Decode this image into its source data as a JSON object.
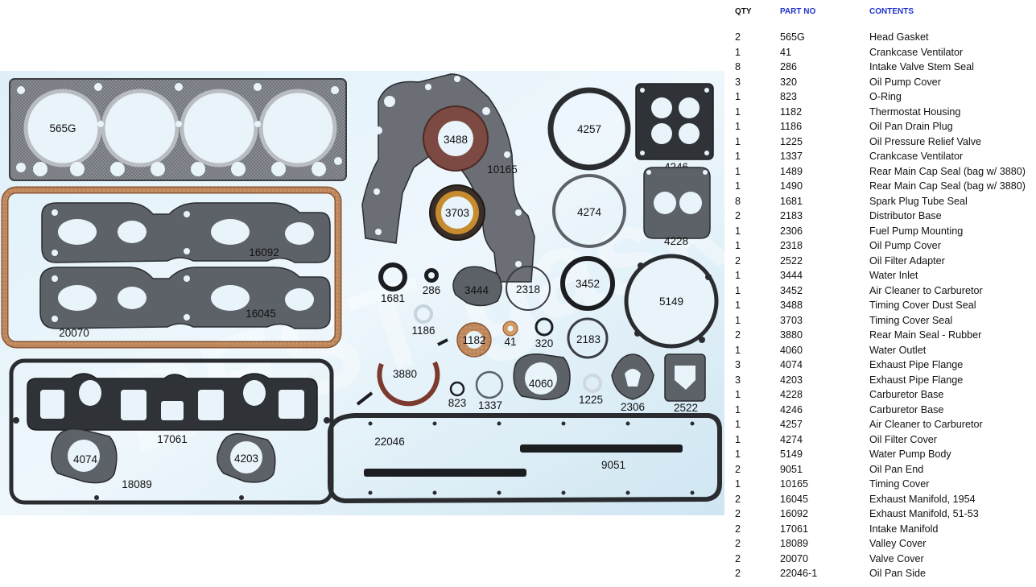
{
  "headers": {
    "qty": "QTY",
    "part_no": "PART NO",
    "contents": "CONTENTS"
  },
  "parts": [
    {
      "qty": "2",
      "part_no": "565G",
      "contents": "Head Gasket"
    },
    {
      "qty": "1",
      "part_no": "41",
      "contents": "Crankcase Ventilator"
    },
    {
      "qty": "8",
      "part_no": "286",
      "contents": "Intake Valve Stem Seal"
    },
    {
      "qty": "3",
      "part_no": "320",
      "contents": "Oil Pump Cover"
    },
    {
      "qty": "1",
      "part_no": "823",
      "contents": "O-Ring"
    },
    {
      "qty": "1",
      "part_no": "1182",
      "contents": "Thermostat Housing"
    },
    {
      "qty": "1",
      "part_no": "1186",
      "contents": "Oil Pan Drain Plug"
    },
    {
      "qty": "1",
      "part_no": "1225",
      "contents": "Oil Pressure Relief Valve"
    },
    {
      "qty": "1",
      "part_no": "1337",
      "contents": "Crankcase Ventilator"
    },
    {
      "qty": "1",
      "part_no": "1489",
      "contents": "Rear Main Cap Seal (bag w/ 3880)"
    },
    {
      "qty": "1",
      "part_no": "1490",
      "contents": "Rear Main Cap Seal (bag w/ 3880)"
    },
    {
      "qty": "8",
      "part_no": "1681",
      "contents": "Spark Plug Tube Seal"
    },
    {
      "qty": "2",
      "part_no": "2183",
      "contents": "Distributor Base"
    },
    {
      "qty": "1",
      "part_no": "2306",
      "contents": "Fuel Pump Mounting"
    },
    {
      "qty": "1",
      "part_no": "2318",
      "contents": "Oil Pump Cover"
    },
    {
      "qty": "2",
      "part_no": "2522",
      "contents": "Oil Filter Adapter"
    },
    {
      "qty": "1",
      "part_no": "3444",
      "contents": "Water Inlet"
    },
    {
      "qty": "1",
      "part_no": "3452",
      "contents": "Air Cleaner to Carburetor"
    },
    {
      "qty": "1",
      "part_no": "3488",
      "contents": "Timing Cover Dust Seal"
    },
    {
      "qty": "1",
      "part_no": "3703",
      "contents": "Timing Cover Seal"
    },
    {
      "qty": "2",
      "part_no": "3880",
      "contents": "Rear Main Seal - Rubber"
    },
    {
      "qty": "1",
      "part_no": "4060",
      "contents": "Water Outlet"
    },
    {
      "qty": "3",
      "part_no": "4074",
      "contents": "Exhaust Pipe Flange"
    },
    {
      "qty": "3",
      "part_no": "4203",
      "contents": "Exhaust Pipe Flange"
    },
    {
      "qty": "1",
      "part_no": "4228",
      "contents": "Carburetor Base"
    },
    {
      "qty": "1",
      "part_no": "4246",
      "contents": "Carburetor Base"
    },
    {
      "qty": "1",
      "part_no": "4257",
      "contents": "Air Cleaner to Carburetor"
    },
    {
      "qty": "1",
      "part_no": "4274",
      "contents": "Oil Filter Cover"
    },
    {
      "qty": "1",
      "part_no": "5149",
      "contents": "Water Pump Body"
    },
    {
      "qty": "2",
      "part_no": "9051",
      "contents": "Oil Pan End"
    },
    {
      "qty": "1",
      "part_no": "10165",
      "contents": "Timing Cover"
    },
    {
      "qty": "2",
      "part_no": "16045",
      "contents": "Exhaust Manifold, 1954"
    },
    {
      "qty": "2",
      "part_no": "16092",
      "contents": "Exhaust Manifold, 51-53"
    },
    {
      "qty": "2",
      "part_no": "17061",
      "contents": "Intake Manifold"
    },
    {
      "qty": "2",
      "part_no": "18089",
      "contents": "Valley Cover"
    },
    {
      "qty": "2",
      "part_no": "20070",
      "contents": "Valve Cover"
    },
    {
      "qty": "2",
      "part_no": "22046-1",
      "contents": "Oil Pan Side"
    }
  ],
  "image_labels": {
    "g565G": "565G",
    "g20070": "20070",
    "g16092": "16092",
    "g16045": "16045",
    "g17061": "17061",
    "g18089": "18089",
    "g4074": "4074",
    "g4203": "4203",
    "g3488": "3488",
    "g10165": "10165",
    "g3703": "3703",
    "g4257": "4257",
    "g4274": "4274",
    "g4246": "4246",
    "g4228": "4228",
    "g1681": "1681",
    "g286": "286",
    "g3444": "3444",
    "g2318": "2318",
    "g3452": "3452",
    "g5149": "5149",
    "g1186": "1186",
    "g1182": "1182",
    "g41": "41",
    "g320": "320",
    "g2183": "2183",
    "g3880": "3880",
    "g823": "823",
    "g1337": "1337",
    "g4060": "4060",
    "g1225": "1225",
    "g2306": "2306",
    "g2522": "2522",
    "g22046": "22046",
    "g9051": "9051"
  },
  "watermark": "BEST gasket",
  "colors": {
    "panel_bg_light": "#e6f3fa",
    "panel_bg_mid": "#cce5f2",
    "gasket_gray": "#5d6268",
    "gasket_dark": "#2a2c30",
    "cork": "#c08a5e",
    "cork_edge": "#8a5634",
    "header_blue": "#2233cc"
  }
}
